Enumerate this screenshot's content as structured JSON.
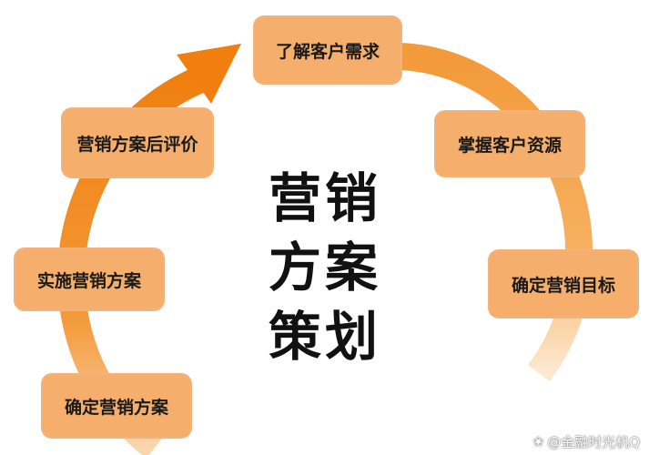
{
  "steps": [
    "了解客户需求",
    "掌握客户资源",
    "确定营销目标",
    "确定营销方案",
    "实施营销方案",
    "营销方案后评价"
  ],
  "center": {
    "line1": "营销",
    "line2": "方案",
    "line3": "策划"
  },
  "watermark": {
    "icon": "paw-icon",
    "text": "@金融时光机Q"
  },
  "colors": {
    "box_fill": "#f6ae6c",
    "ring_orange": "#f28a1a",
    "ring_light": "#fbe3c8"
  }
}
